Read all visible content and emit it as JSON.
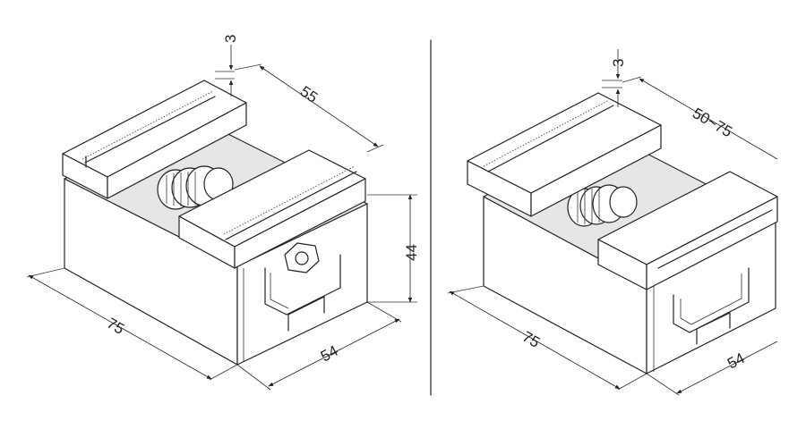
{
  "left_view": {
    "dimensions": {
      "jaw_step": "3",
      "jaw_length": "55",
      "height": "44",
      "width": "75",
      "depth": "54"
    }
  },
  "right_view": {
    "dimensions": {
      "jaw_step": "3",
      "jaw_length": "50~75",
      "width": "75",
      "depth": "54"
    }
  },
  "colors": {
    "line": "#222222",
    "background": "#ffffff"
  }
}
